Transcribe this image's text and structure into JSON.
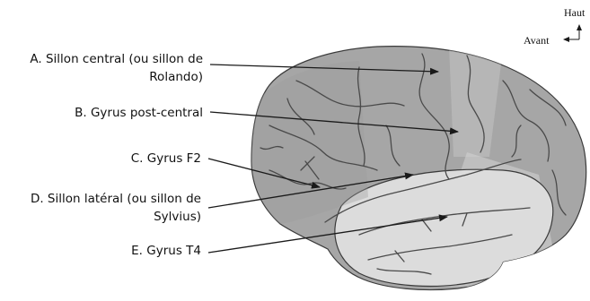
{
  "orientation": {
    "up_label": "Haut",
    "front_label": "Avant"
  },
  "labels": [
    {
      "id": "A",
      "lines": [
        "A. Sillon central (ou sillon de",
        "Rolando)"
      ]
    },
    {
      "id": "B",
      "lines": [
        "B. Gyrus post-central"
      ]
    },
    {
      "id": "C",
      "lines": [
        "C. Gyrus F2"
      ]
    },
    {
      "id": "D",
      "lines": [
        "D. Sillon latéral (ou sillon de",
        "Sylvius)"
      ]
    },
    {
      "id": "E",
      "lines": [
        "E. Gyrus T4"
      ]
    }
  ],
  "colors": {
    "brain_dark": "#a6a6a6",
    "brain_mid": "#c3c3c3",
    "brain_light": "#dcdcdc",
    "outline": "#3a3a3a",
    "arrow": "#1a1a1a"
  }
}
